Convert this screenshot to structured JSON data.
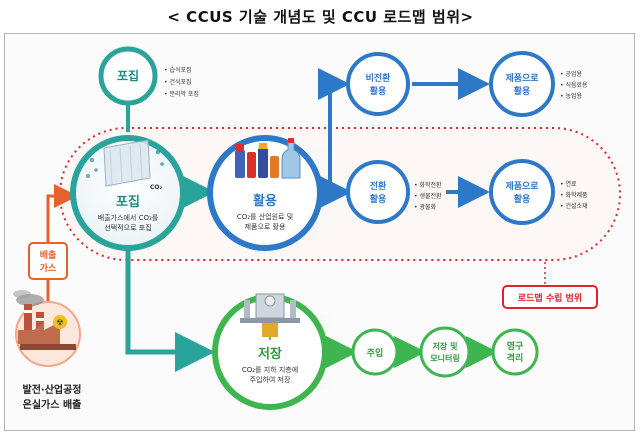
{
  "title": "< CCUS 기술 개념도 및 CCU 로드맵 범위>",
  "capture_top": {
    "label": "포집",
    "notes": [
      "• 습식포집",
      "• 건식포집",
      "• 분리막 포집"
    ]
  },
  "capture_main": {
    "label": "포집",
    "desc1": "배출가스에서 CO₂를",
    "desc2": "선택적으로 포집",
    "co2": "CO₂"
  },
  "utilization": {
    "label": "활용",
    "desc1": "CO₂를 산업원료 및",
    "desc2": "제품으로 활용"
  },
  "storage": {
    "label": "저장",
    "desc1": "CO₂를 지하 지층에",
    "desc2": "주입하여 저장"
  },
  "non_conversion": {
    "line1": "비전환",
    "line2": "활용"
  },
  "conversion": {
    "line1": "전환",
    "line2": "활용",
    "notes": [
      "• 화학전환",
      "• 생물전환",
      "• 광물화"
    ]
  },
  "product_top": {
    "line1": "제품으로",
    "line2": "활용",
    "notes": [
      "• 공업용",
      "• 식음료용",
      "• 농업용"
    ]
  },
  "product_mid": {
    "line1": "제품으로",
    "line2": "활용",
    "notes": [
      "• 연료",
      "• 화학제품",
      "• 건설소재"
    ]
  },
  "emission_tag": {
    "line1": "배출",
    "line2": "가스"
  },
  "source": {
    "line1": "발전·산업공정",
    "line2": "온실가스 배출"
  },
  "roadmap_label": "로드맵 수립 범위",
  "storage_steps": [
    {
      "line1": "주입",
      "line2": ""
    },
    {
      "line1": "저장 및",
      "line2": "모니터링"
    },
    {
      "line1": "영구",
      "line2": "격리"
    }
  ],
  "colors": {
    "capture": "#2aa39a",
    "utilization": "#2e78c8",
    "storage": "#3eb54e",
    "emission": "#e8612c",
    "roadmap": "#e0242b"
  }
}
